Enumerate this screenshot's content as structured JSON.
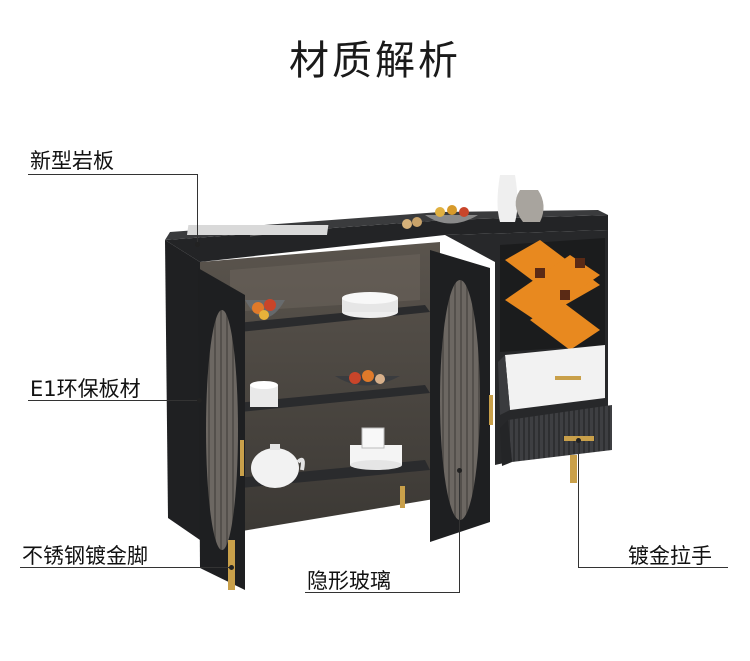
{
  "title": "材质解析",
  "labels": {
    "slate_top": "新型岩板",
    "e1_board": "E1环保板材",
    "steel_legs": "不锈钢镀金脚",
    "hidden_glass": "隐形玻璃",
    "gold_handle": "镀金拉手"
  },
  "colors": {
    "cabinet": "#2b2c2e",
    "interior": "#4a4642",
    "wine_rack": "#e8891f",
    "gold": "#c9a04a",
    "drawer_white": "#f2f2f2",
    "drawer_dark": "#3a3b3e"
  }
}
